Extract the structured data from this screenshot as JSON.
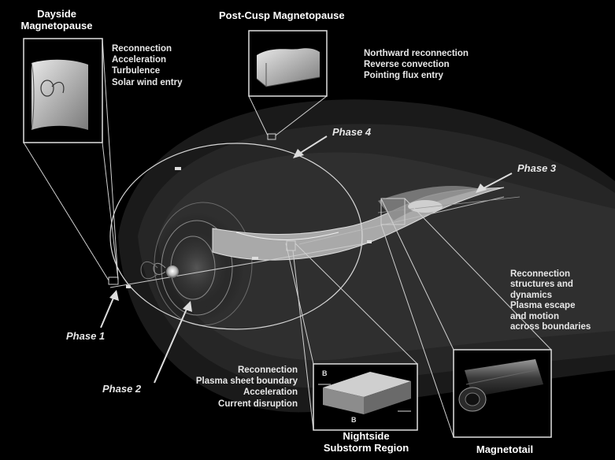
{
  "colors": {
    "background": "#000000",
    "box_stroke": "#dddddd",
    "text": "#ffffff"
  },
  "titles": {
    "dayside": [
      "Dayside",
      "Magnetopause"
    ],
    "postcusp": "Post-Cusp Magnetopause",
    "nightside": [
      "Nightside",
      "Substorm Region"
    ],
    "magnetotail": "Magnetotail"
  },
  "lists": {
    "dayside": [
      "Reconnection",
      "Acceleration",
      "Turbulence",
      "Solar wind entry"
    ],
    "postcusp": [
      "Northward reconnection",
      "Reverse convection",
      "Pointing flux entry"
    ],
    "nightside": [
      "Reconnection",
      "Plasma sheet boundary",
      "Acceleration",
      "Current disruption"
    ],
    "tail": [
      "Reconnection",
      "structures and",
      "dynamics",
      "Plasma escape",
      "and motion",
      "across boundaries"
    ]
  },
  "phases": {
    "p1": "Phase 1",
    "p2": "Phase 2",
    "p3": "Phase 3",
    "p4": "Phase 4"
  },
  "inset_letters": {
    "b1": "B",
    "b2": "B"
  }
}
